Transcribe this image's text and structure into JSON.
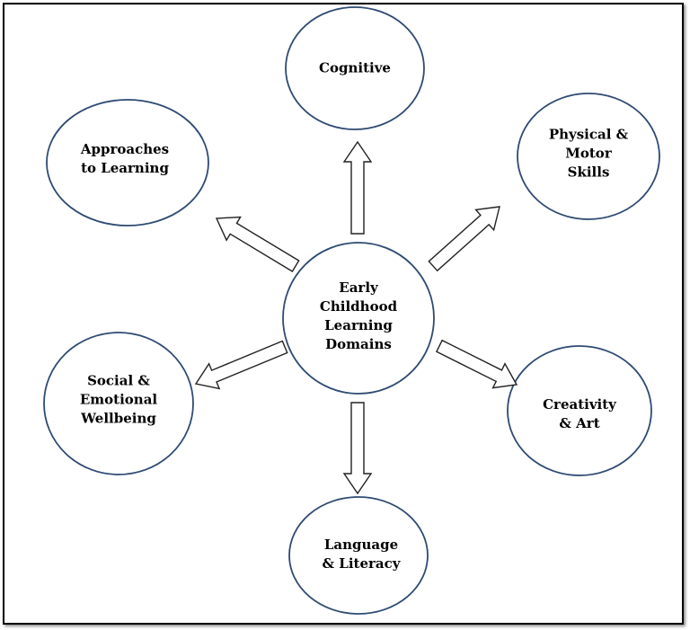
{
  "diagram": {
    "center": {
      "label": "Early\nChildhood\nLearning\nDomains"
    },
    "domains": [
      {
        "id": "cognitive",
        "label": "Cognitive"
      },
      {
        "id": "physical",
        "label": "Physical &\nMotor\nSkills"
      },
      {
        "id": "creativity",
        "label": "Creativity\n& Art"
      },
      {
        "id": "language",
        "label": "Language\n& Literacy"
      },
      {
        "id": "social",
        "label": "Social &\nEmotional\nWellbeing"
      },
      {
        "id": "approaches",
        "label": "Approaches\nto Learning"
      }
    ]
  }
}
